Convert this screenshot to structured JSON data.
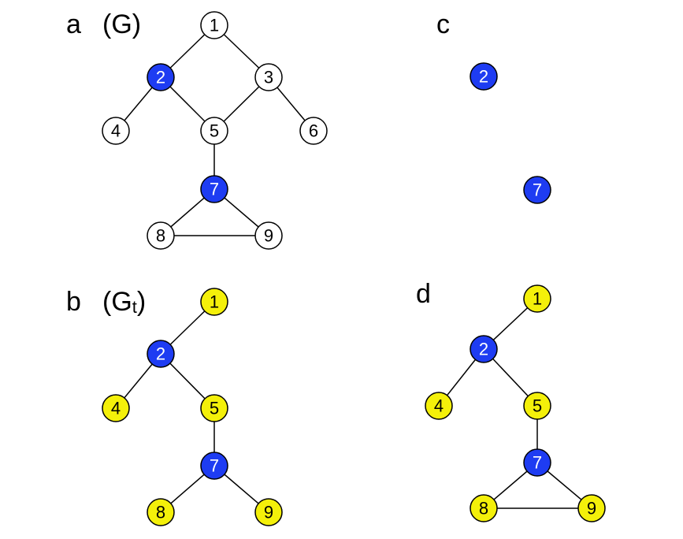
{
  "colors": {
    "blue": "#1e3cf2",
    "yellow": "#f4f00a",
    "white": "#ffffff",
    "edge": "#000000"
  },
  "panels": [
    {
      "id": "a",
      "label": "a",
      "graph_name": "(G)",
      "nodes": [
        {
          "id": "1",
          "fill": "white"
        },
        {
          "id": "2",
          "fill": "blue"
        },
        {
          "id": "3",
          "fill": "white"
        },
        {
          "id": "4",
          "fill": "white"
        },
        {
          "id": "5",
          "fill": "white"
        },
        {
          "id": "6",
          "fill": "white"
        },
        {
          "id": "7",
          "fill": "blue"
        },
        {
          "id": "8",
          "fill": "white"
        },
        {
          "id": "9",
          "fill": "white"
        }
      ],
      "edges": [
        [
          "1",
          "2"
        ],
        [
          "1",
          "3"
        ],
        [
          "2",
          "4"
        ],
        [
          "2",
          "5"
        ],
        [
          "3",
          "5"
        ],
        [
          "3",
          "6"
        ],
        [
          "5",
          "7"
        ],
        [
          "7",
          "8"
        ],
        [
          "7",
          "9"
        ],
        [
          "8",
          "9"
        ]
      ]
    },
    {
      "id": "b",
      "label": "b",
      "graph_name": "(G",
      "graph_name_sub": "t",
      "graph_name_close": ")",
      "nodes": [
        {
          "id": "1",
          "fill": "yellow"
        },
        {
          "id": "2",
          "fill": "blue"
        },
        {
          "id": "4",
          "fill": "yellow"
        },
        {
          "id": "5",
          "fill": "yellow"
        },
        {
          "id": "7",
          "fill": "blue"
        },
        {
          "id": "8",
          "fill": "yellow"
        },
        {
          "id": "9",
          "fill": "yellow"
        }
      ],
      "edges": [
        [
          "1",
          "2"
        ],
        [
          "2",
          "4"
        ],
        [
          "2",
          "5"
        ],
        [
          "5",
          "7"
        ],
        [
          "7",
          "8"
        ],
        [
          "7",
          "9"
        ]
      ]
    },
    {
      "id": "c",
      "label": "c",
      "nodes": [
        {
          "id": "2",
          "fill": "blue"
        },
        {
          "id": "7",
          "fill": "blue"
        }
      ],
      "edges": []
    },
    {
      "id": "d",
      "label": "d",
      "nodes": [
        {
          "id": "1",
          "fill": "yellow"
        },
        {
          "id": "2",
          "fill": "blue"
        },
        {
          "id": "4",
          "fill": "yellow"
        },
        {
          "id": "5",
          "fill": "yellow"
        },
        {
          "id": "7",
          "fill": "blue"
        },
        {
          "id": "8",
          "fill": "yellow"
        },
        {
          "id": "9",
          "fill": "yellow"
        }
      ],
      "edges": [
        [
          "1",
          "2"
        ],
        [
          "2",
          "4"
        ],
        [
          "2",
          "5"
        ],
        [
          "5",
          "7"
        ],
        [
          "7",
          "8"
        ],
        [
          "7",
          "9"
        ],
        [
          "8",
          "9"
        ]
      ]
    }
  ]
}
